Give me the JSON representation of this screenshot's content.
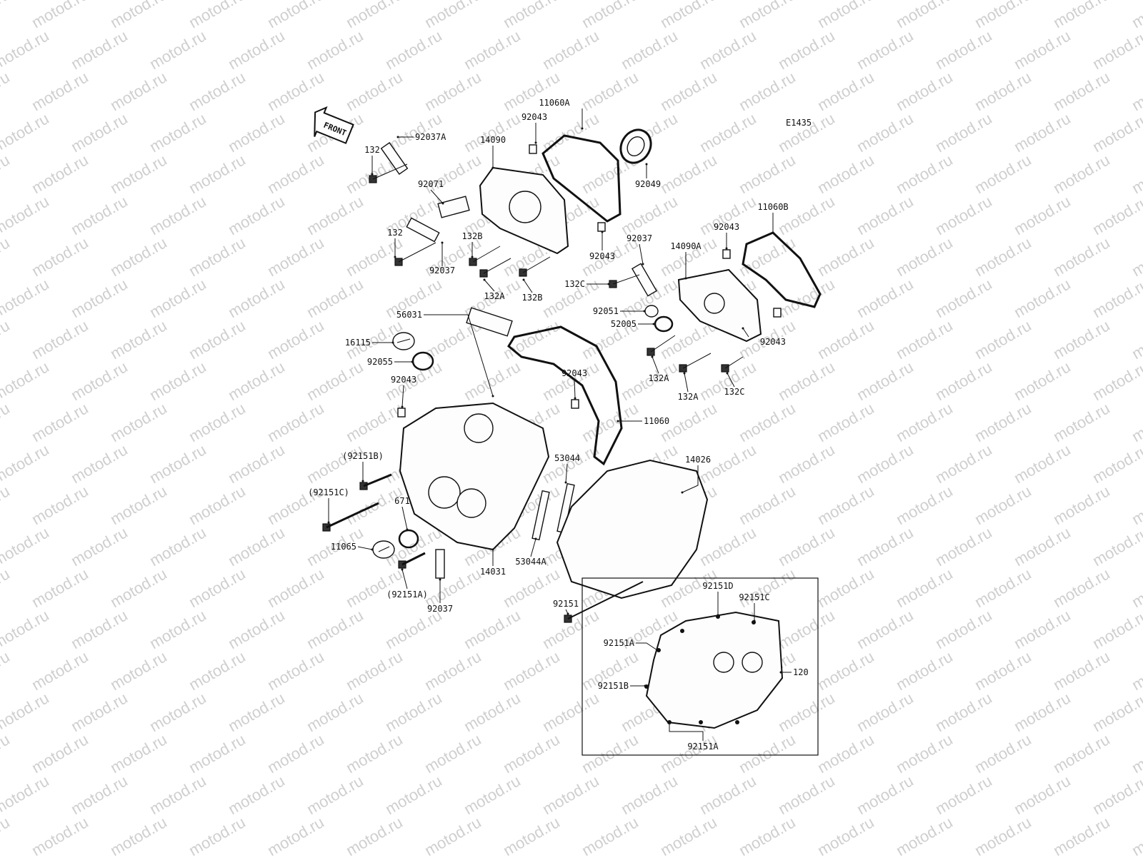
{
  "diagram": {
    "code": "E1435",
    "front_label": "FRONT",
    "watermark": "motod.ru",
    "labels": [
      {
        "id": "l01",
        "text": "11060A"
      },
      {
        "id": "l02",
        "text": "92043"
      },
      {
        "id": "l03",
        "text": "92037A"
      },
      {
        "id": "l04",
        "text": "14090"
      },
      {
        "id": "l05",
        "text": "132"
      },
      {
        "id": "l06",
        "text": "92049"
      },
      {
        "id": "l07",
        "text": "92071"
      },
      {
        "id": "l08",
        "text": "11060B"
      },
      {
        "id": "l09",
        "text": "92043"
      },
      {
        "id": "l10",
        "text": "132"
      },
      {
        "id": "l11",
        "text": "132B"
      },
      {
        "id": "l12",
        "text": "92037"
      },
      {
        "id": "l13",
        "text": "14090A"
      },
      {
        "id": "l14",
        "text": "92043"
      },
      {
        "id": "l15",
        "text": "92037"
      },
      {
        "id": "l16",
        "text": "132C"
      },
      {
        "id": "l17",
        "text": "132A"
      },
      {
        "id": "l18",
        "text": "132B"
      },
      {
        "id": "l19",
        "text": "92051"
      },
      {
        "id": "l20",
        "text": "56031"
      },
      {
        "id": "l21",
        "text": "52005"
      },
      {
        "id": "l22",
        "text": "92043"
      },
      {
        "id": "l23",
        "text": "16115"
      },
      {
        "id": "l24",
        "text": "92055"
      },
      {
        "id": "l25",
        "text": "132A"
      },
      {
        "id": "l26",
        "text": "132A"
      },
      {
        "id": "l27",
        "text": "132C"
      },
      {
        "id": "l28",
        "text": "92043"
      },
      {
        "id": "l29",
        "text": "92043"
      },
      {
        "id": "l30",
        "text": "11060"
      },
      {
        "id": "l31",
        "text": "(92151B)"
      },
      {
        "id": "l32",
        "text": "53044"
      },
      {
        "id": "l33",
        "text": "14026"
      },
      {
        "id": "l34",
        "text": "(92151C)"
      },
      {
        "id": "l35",
        "text": "671"
      },
      {
        "id": "l36",
        "text": "11065"
      },
      {
        "id": "l37",
        "text": "14031"
      },
      {
        "id": "l38",
        "text": "53044A"
      },
      {
        "id": "l39",
        "text": "(92151A)"
      },
      {
        "id": "l40",
        "text": "92037"
      },
      {
        "id": "l41",
        "text": "92151"
      },
      {
        "id": "l42",
        "text": "92151D"
      },
      {
        "id": "l43",
        "text": "92151C"
      },
      {
        "id": "l44",
        "text": "92151A"
      },
      {
        "id": "l45",
        "text": "120"
      },
      {
        "id": "l46",
        "text": "92151B"
      },
      {
        "id": "l47",
        "text": "92151A"
      }
    ]
  }
}
